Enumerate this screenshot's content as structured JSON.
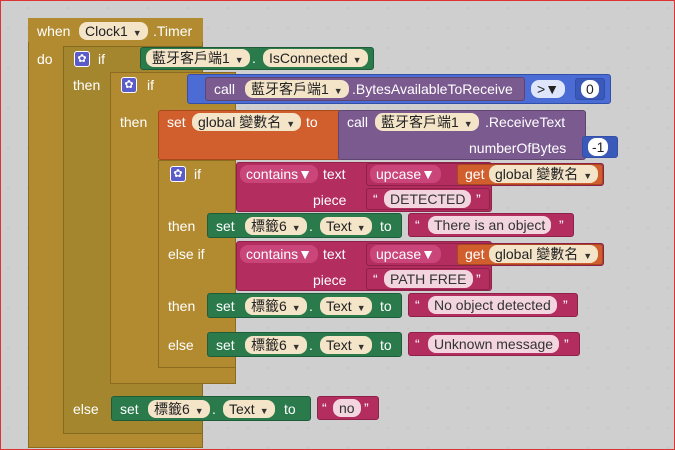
{
  "event": {
    "when": "when",
    "component": "Clock1",
    "event_name": ".Timer",
    "do": "do"
  },
  "keywords": {
    "if": "if",
    "then": "then",
    "else_if": "else if",
    "else": "else",
    "set": "set",
    "to": "to",
    "call": "call",
    "get": "get"
  },
  "outer_if": {
    "component": "藍牙客戶端1",
    "property": "IsConnected"
  },
  "inner_if": {
    "component": "藍牙客戶端1",
    "method": ".BytesAvailableToReceive",
    "operator": ">",
    "value": "0"
  },
  "set_global": {
    "variable": "global 變數名",
    "component": "藍牙客戶端1",
    "method": ".ReceiveText",
    "param_label": "numberOfBytes",
    "param_value": "-1"
  },
  "branch1": {
    "contains": "contains",
    "text_label": "text",
    "upcase": "upcase",
    "get_var": "global 變數名",
    "piece_label": "piece",
    "piece_value": "DETECTED",
    "set_component": "標籤6",
    "set_property": "Text",
    "set_value": "There is an object"
  },
  "branch2": {
    "contains": "contains",
    "text_label": "text",
    "upcase": "upcase",
    "get_var": "global 變數名",
    "piece_label": "piece",
    "piece_value": "PATH FREE",
    "set_component": "標籤6",
    "set_property": "Text",
    "set_value": "No object detected"
  },
  "else_branch": {
    "set_component": "標籤6",
    "set_property": "Text",
    "set_value": "Unknown message"
  },
  "outer_else": {
    "set_component": "標籤6",
    "set_property": "Text",
    "set_value": "no"
  },
  "colors": {
    "event": "#b28b31",
    "control": "#b28b31",
    "procedure": "#4a6cd4",
    "variable": "#d05f2d",
    "text": "#b32d5e",
    "component": "#2a7a4c",
    "call": "#7b5a8f"
  }
}
